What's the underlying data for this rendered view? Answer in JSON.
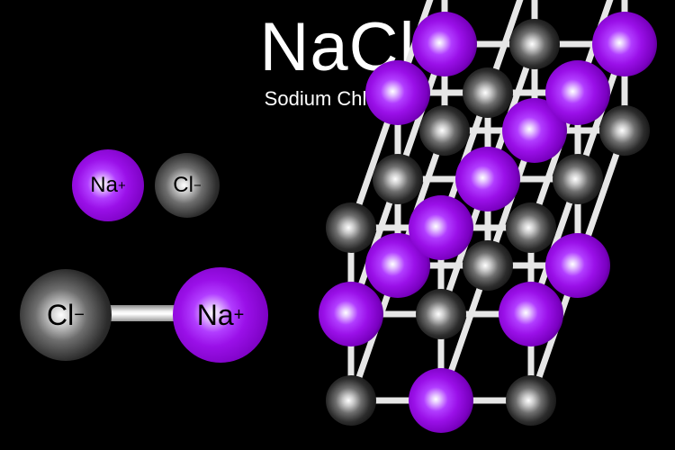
{
  "header": {
    "title": "NaCl",
    "subtitle": "Sodium Chloride"
  },
  "ions": {
    "sodium_symbol": "Na",
    "sodium_charge": "+",
    "chloride_symbol": "Cl",
    "chloride_charge": "−"
  },
  "colors": {
    "background": "#000000",
    "sodium": "#9a10e8",
    "chloride": "#2c2c2c",
    "bond": "#e6e6e6",
    "text": "#ffffff"
  },
  "lattice": {
    "structure": "rock-salt cubic",
    "atoms_per_edge": 3,
    "corner_atom": "chloride"
  }
}
